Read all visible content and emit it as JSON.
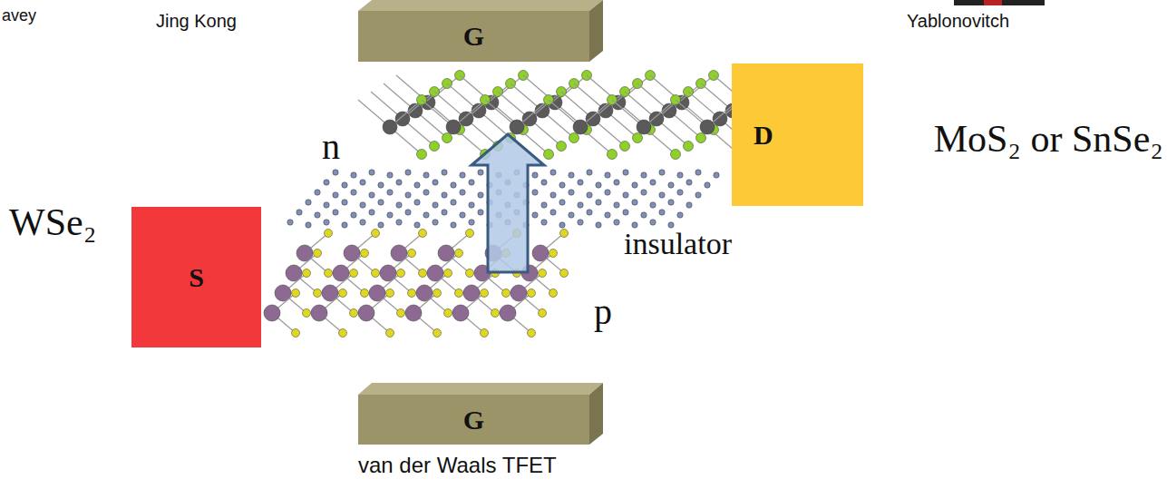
{
  "diagram": {
    "caption": "van der Waals TFET",
    "nodes": [
      {
        "text": [
          "G"
        ]
      },
      {
        "text": [
          "D"
        ]
      },
      {
        "text": [
          "S"
        ]
      },
      {
        "text": [
          "G"
        ]
      }
    ],
    "labels": [
      "avey",
      "Jing Kong",
      "Yablonovitch",
      "n",
      "MoS₂ or SnSe₂",
      "insulator",
      "WSe₂",
      "p"
    ]
  }
}
